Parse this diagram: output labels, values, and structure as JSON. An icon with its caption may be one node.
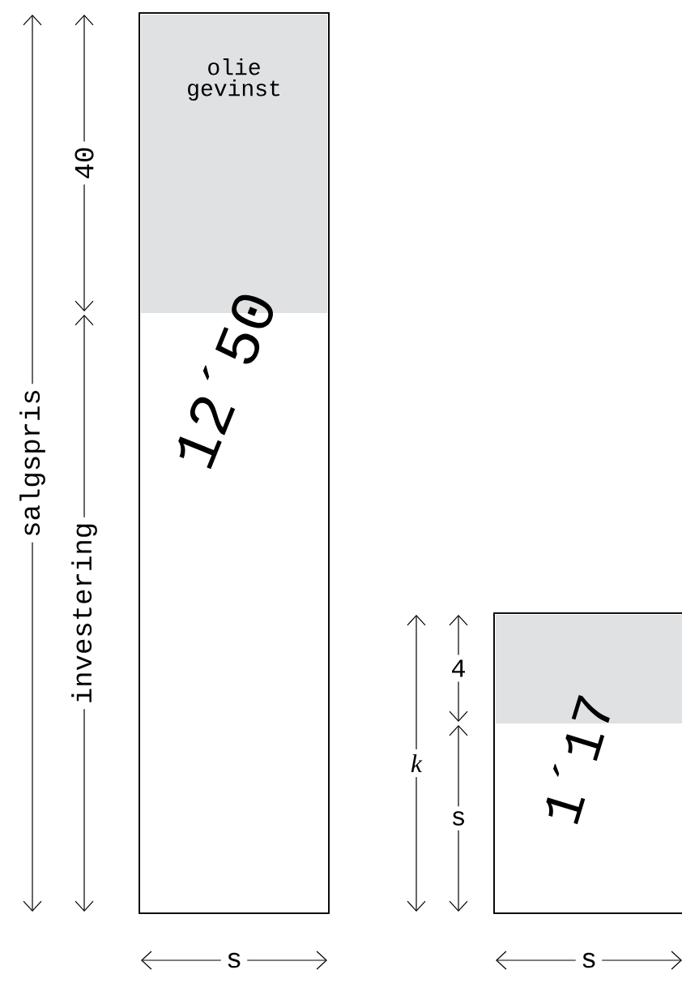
{
  "diagram": {
    "nodes": [
      {
        "text": [],
        "shape": "box"
      },
      {
        "text": [
          "olie gevinst"
        ],
        "in": 0
      },
      {
        "text": [],
        "shape": "box"
      },
      {
        "text": [],
        "shape": "box",
        "in": 2
      }
    ],
    "edges": [],
    "labels": [
      "salgspris",
      "40",
      "investering",
      "12´50",
      "s",
      "k",
      "4",
      "s",
      "1´17",
      "s"
    ]
  }
}
